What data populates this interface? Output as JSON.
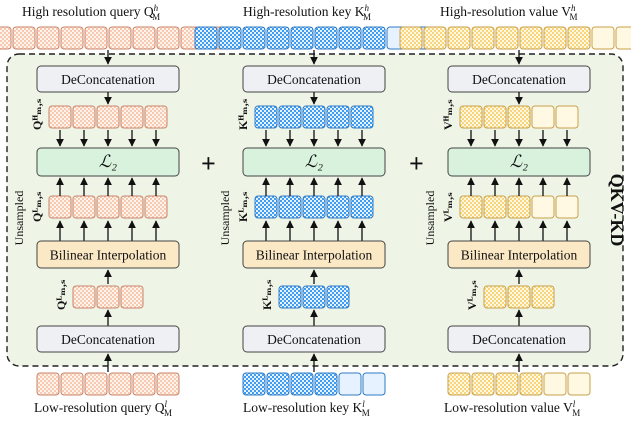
{
  "top_labels": {
    "query": "High resolution query Q",
    "key": "High-resolution key K",
    "value": "High-resolution value V"
  },
  "bottom_labels": {
    "query": "Low-resolution query Q",
    "key": "Low-resolution key K",
    "value": "Low-resolution value V"
  },
  "label_super": {
    "high": "h",
    "low": "l",
    "sub": "M"
  },
  "boxes": {
    "deconcat": "DeConcatenation",
    "l2": "ℒ₂",
    "bilinear": "Bilinear Interpolation"
  },
  "side_label": "Unsampled",
  "symbols": {
    "q_high": "Qᴴₘ,ₛ",
    "q_up": "Qᴸₘ,ₛ",
    "q_low": "Qᴸₘ,ₛ",
    "k_high": "Kᴴₘ,ₛ",
    "k_up": "Kᴸₘ,ₛ",
    "k_low": "Kᴸₘ,ₛ",
    "v_high": "Vᴴₘ,ₛ",
    "v_up": "Vᴸₘ,ₛ",
    "v_low": "Vᴸₘ,ₛ"
  },
  "operator": "+",
  "module_title": "QKV-KD",
  "colors": {
    "query": "#f7c9b0",
    "query_light": "#fff3ec",
    "query_stroke": "#c9846a",
    "key": "#3f9cf0",
    "key_light": "#e6f2ff",
    "key_stroke": "#2f7bc4",
    "value": "#f8d57c",
    "value_light": "#fff8e3",
    "value_stroke": "#c9a14a",
    "module_bg": "#eef4e6",
    "deconcat_bg": "#eef0f4",
    "l2_bg": "#d8f2de",
    "bilinear_bg": "#fbe9c6"
  }
}
